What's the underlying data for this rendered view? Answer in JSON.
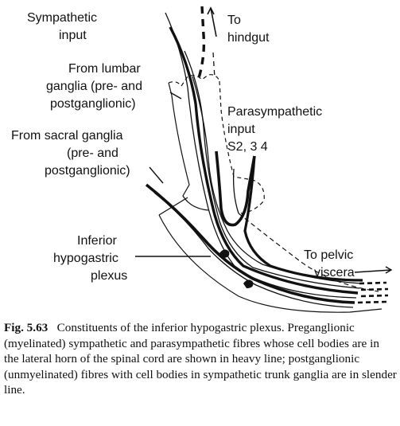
{
  "diagram": {
    "labels": {
      "sympathetic_1": "Sympathetic",
      "sympathetic_2": "input",
      "hindgut_1": "To",
      "hindgut_2": "hindgut",
      "lumbar_1": "From lumbar",
      "lumbar_2": "ganglia (pre- and",
      "lumbar_3": "postganglionic)",
      "parasym_1": "Parasympathetic",
      "parasym_2": "input",
      "parasym_3": "S2, 3 4",
      "sacral_1": "From sacral ganglia",
      "sacral_2": "(pre- and",
      "sacral_3": "postganglionic)",
      "inferior_1": "Inferior",
      "inferior_2": "hypogastric",
      "inferior_3": "plexus",
      "pelvic_1": "To pelvic",
      "pelvic_2": "viscera"
    }
  },
  "caption": {
    "fig_number": "Fig. 5.63",
    "text": "Constituents of the inferior hypogastric plexus. Preganglionic (myelinated) sympathetic and parasympathetic fibres whose cell bodies are in the lateral horn of the spinal cord are shown in heavy line; postganglionic (unmyelinated) fibres with cell bodies in sympathetic trunk ganglia are in slender line."
  }
}
